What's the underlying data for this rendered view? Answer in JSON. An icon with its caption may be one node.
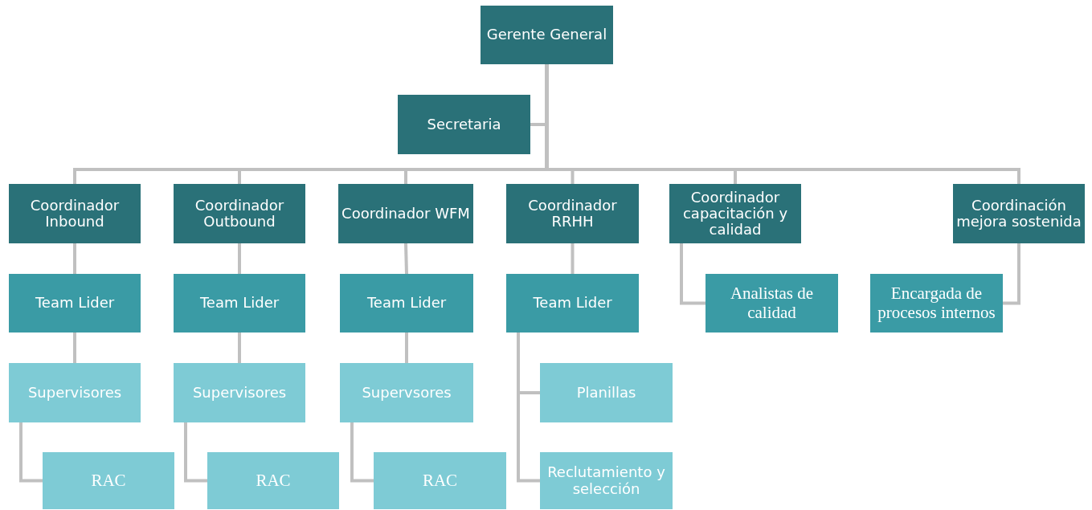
{
  "diagram": {
    "nodes": [
      {
        "text": [
          "Gerente General"
        ]
      },
      {
        "text": [
          "Secretaria"
        ]
      },
      {
        "text": [
          "Coordinador Inbound"
        ]
      },
      {
        "text": [
          "Coordinador Outbound"
        ]
      },
      {
        "text": [
          "Coordinador WFM"
        ]
      },
      {
        "text": [
          "Coordinador RRHH"
        ]
      },
      {
        "text": [
          "Coordinador capacitación y calidad"
        ]
      },
      {
        "text": [
          "Coordinación mejora sostenida"
        ]
      },
      {
        "text": [
          "Team Lider"
        ]
      },
      {
        "text": [
          "Team Lider"
        ]
      },
      {
        "text": [
          "Team Lider"
        ]
      },
      {
        "text": [
          "Team Lider"
        ]
      },
      {
        "text": [
          "Analistas de calidad"
        ]
      },
      {
        "text": [
          "Encargada de procesos internos"
        ]
      },
      {
        "text": [
          "Supervisores"
        ]
      },
      {
        "text": [
          "Supervisores"
        ]
      },
      {
        "text": [
          "Supervsores"
        ]
      },
      {
        "text": [
          "Planillas"
        ]
      },
      {
        "text": [
          "RAC"
        ]
      },
      {
        "text": [
          "RAC"
        ]
      },
      {
        "text": [
          "RAC"
        ]
      },
      {
        "text": [
          "Reclutamiento y selección"
        ]
      }
    ],
    "edges": [
      {
        "from": 0,
        "to": 1,
        "arrow": "none"
      },
      {
        "from": 0,
        "to": 2,
        "arrow": "none"
      },
      {
        "from": 0,
        "to": 3,
        "arrow": "none"
      },
      {
        "from": 0,
        "to": 4,
        "arrow": "none"
      },
      {
        "from": 0,
        "to": 5,
        "arrow": "none"
      },
      {
        "from": 0,
        "to": 6,
        "arrow": "none"
      },
      {
        "from": 0,
        "to": 7,
        "arrow": "none"
      },
      {
        "from": 2,
        "to": 8,
        "arrow": "none"
      },
      {
        "from": 3,
        "to": 9,
        "arrow": "none"
      },
      {
        "from": 4,
        "to": 10,
        "arrow": "none"
      },
      {
        "from": 5,
        "to": 11,
        "arrow": "none"
      },
      {
        "from": 6,
        "to": 12,
        "arrow": "none"
      },
      {
        "from": 7,
        "to": 13,
        "arrow": "none"
      },
      {
        "from": 8,
        "to": 14,
        "arrow": "none"
      },
      {
        "from": 9,
        "to": 15,
        "arrow": "none"
      },
      {
        "from": 10,
        "to": 16,
        "arrow": "none"
      },
      {
        "from": 11,
        "to": 17,
        "arrow": "none"
      },
      {
        "from": 14,
        "to": 18,
        "arrow": "none"
      },
      {
        "from": 15,
        "to": 19,
        "arrow": "none"
      },
      {
        "from": 16,
        "to": 20,
        "arrow": "none"
      },
      {
        "from": 11,
        "to": 21,
        "arrow": "none"
      }
    ]
  }
}
